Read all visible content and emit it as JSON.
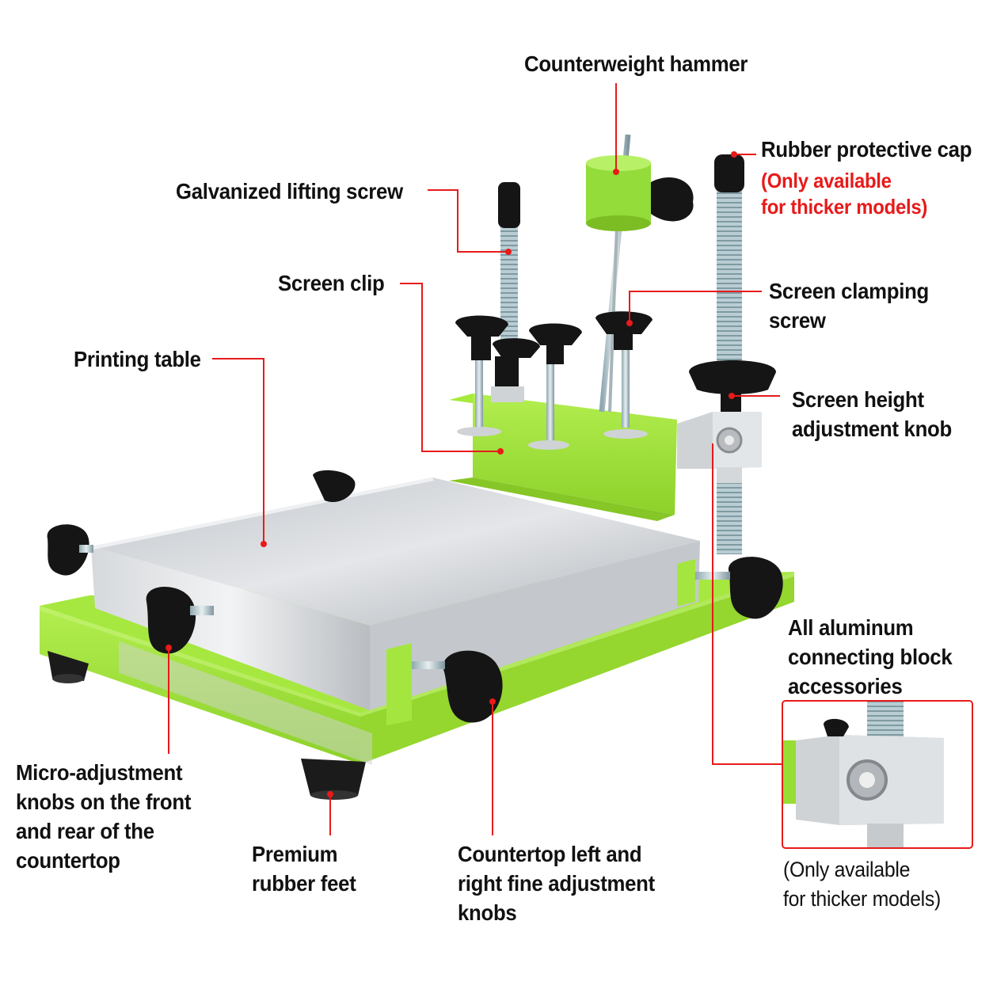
{
  "colors": {
    "accent": "#e81a1a",
    "body_green": "#9be234",
    "dark_green": "#6fae1c",
    "aluminum": "#c9ccd0",
    "knob_black": "#151515",
    "text": "#111111"
  },
  "labels": {
    "counterweight_hammer": "Counterweight hammer",
    "rubber_cap": "Rubber protective cap",
    "rubber_cap_note": "(Only available\nfor thicker models)",
    "galvanized_screw": "Galvanized lifting screw",
    "screen_clip": "Screen clip",
    "screen_clamping_screw": "Screen clamping\nscrew",
    "printing_table": "Printing table",
    "screen_height_knob": "Screen height\nadjustment knob",
    "aluminum_block": "All aluminum\nconnecting block\naccessories",
    "micro_adjustment": "Micro-adjustment\nknobs on the front\nand rear of the\ncountertop",
    "rubber_feet": "Premium\nrubber feet",
    "fine_adjustment": "Countertop left and\nright fine adjustment\nknobs",
    "inset_note": "(Only available\nfor thicker models)"
  }
}
